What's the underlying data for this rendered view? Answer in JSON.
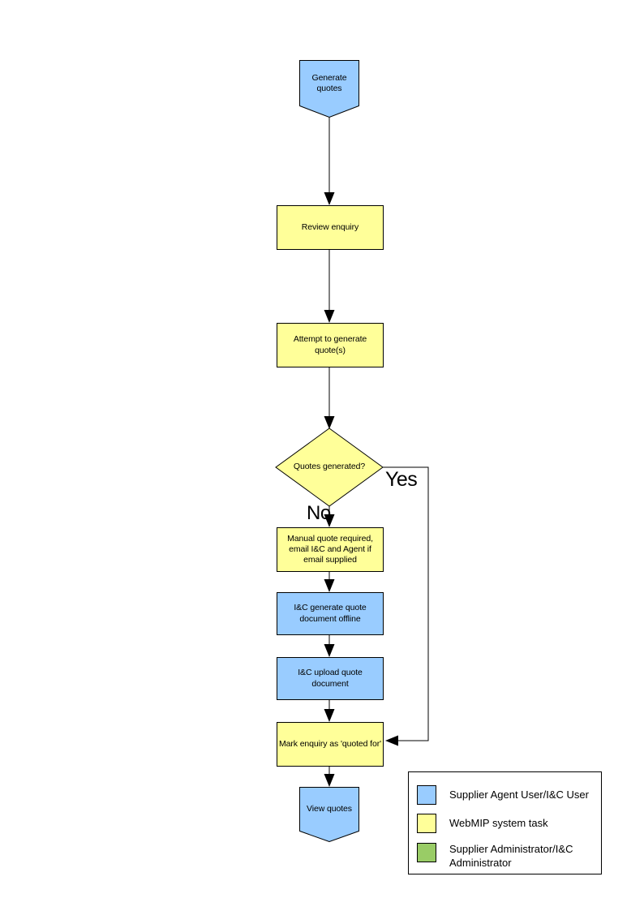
{
  "diagram": {
    "nodes": [
      {
        "label": "Generate quotes",
        "shape": "pentagon",
        "fill": "#99CCFF"
      },
      {
        "label": "Review enquiry",
        "shape": "rect",
        "fill": "#FFFF99"
      },
      {
        "label": "Attempt to generate quote(s)",
        "shape": "rect",
        "fill": "#FFFF99"
      },
      {
        "label": "Quotes generated?",
        "shape": "diamond",
        "fill": "#FFFF99"
      },
      {
        "label": "Manual quote required, email I&C and Agent if email supplied",
        "shape": "rect",
        "fill": "#FFFF99"
      },
      {
        "label": "I&C generate quote document offline",
        "shape": "rect",
        "fill": "#99CCFF"
      },
      {
        "label": "I&C upload quote document",
        "shape": "rect",
        "fill": "#99CCFF"
      },
      {
        "label": "Mark enquiry as 'quoted for'",
        "shape": "rect",
        "fill": "#FFFF99"
      },
      {
        "label": "View quotes",
        "shape": "pentagon",
        "fill": "#99CCFF"
      }
    ],
    "branch_labels": {
      "yes": "Yes",
      "no": "No"
    }
  },
  "legend": {
    "items": [
      {
        "label": "Supplier Agent User/I&C User",
        "color": "#99CCFF"
      },
      {
        "label": "WebMIP system task",
        "color": "#FFFF99"
      },
      {
        "label": "Supplier Administrator/I&C Administrator",
        "color": "#99CC66"
      }
    ]
  },
  "colors": {
    "node_blue": "#99CCFF",
    "node_yellow": "#FFFF99",
    "legend_green": "#99CC66",
    "connector": "#000000"
  }
}
